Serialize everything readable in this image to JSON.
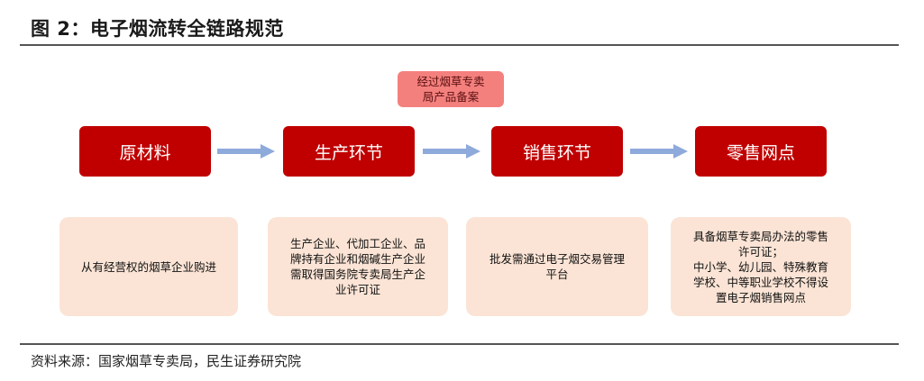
{
  "title": "图 2：电子烟流转全链路规范",
  "note": "经过烟草专卖\n局产品备案",
  "stages": [
    {
      "label": "原材料"
    },
    {
      "label": "生产环节"
    },
    {
      "label": "销售环节"
    },
    {
      "label": "零售网点"
    }
  ],
  "descriptions": [
    "从有经营权的烟草企业购进",
    "生产企业、代加工企业、品\n牌持有企业和烟碱生产企业\n需取得国务院专卖局生产企\n业许可证",
    "批发需通过电子烟交易管理\n平台",
    "具备烟草专卖局办法的零售\n许可证；\n中小学、幼儿园、特殊教育\n学校、中等职业学校不得设\n置电子烟销售网点"
  ],
  "source": "资料来源：国家烟草专卖局，民生证券研究院",
  "colors": {
    "stage_fill": "#c00000",
    "note_fill": "#f4807e",
    "desc_fill": "#fbe4d5",
    "arrow": "#8eaadb",
    "rule": "#555555"
  }
}
